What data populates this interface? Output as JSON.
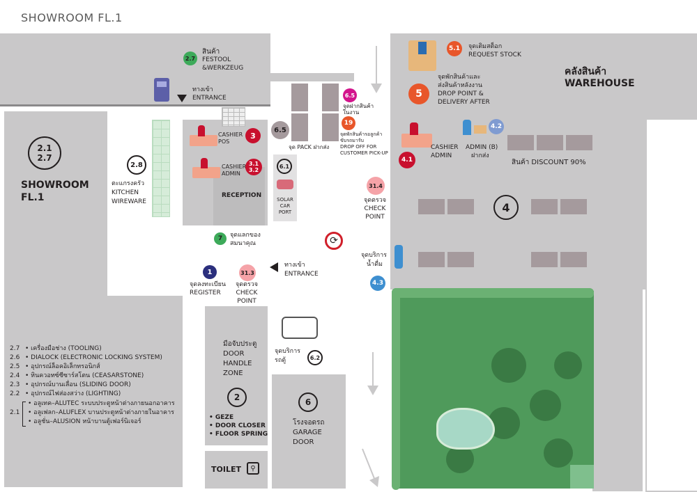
{
  "page_title": "SHOWROOM FL.1",
  "showroom": {
    "codes": "2.1\n2.7",
    "name_line1": "SHOWROOM",
    "name_line2": "FL.1"
  },
  "zones": {
    "festool": {
      "badge": "2.7",
      "th": "สินค้า",
      "en1": "FESTOOL",
      "en2": "&WERKZEUG"
    },
    "entrance_top": {
      "th": "ทางเข้า",
      "en": "ENTRANCE"
    },
    "kitchen": {
      "badge": "2.8",
      "th": "ตะแกรงครัว",
      "en1": "KITCHEN",
      "en2": "WIREWARE"
    },
    "cashier_pos": {
      "badge": "3",
      "en1": "CASHIER",
      "en2": "POS"
    },
    "cashier_admin": {
      "badge": "3.1\n3.2",
      "en1": "CASHIER",
      "en2": "ADMIN"
    },
    "reception": {
      "en": "RECEPTION"
    },
    "pack": {
      "badge": "6.5",
      "label": "จุด PACK ฝากส่ง"
    },
    "solar": {
      "badge": "6.1",
      "en1": "SOLAR",
      "en2": "CAR",
      "en3": "PORT"
    },
    "dropoff_work": {
      "badge": "6.5",
      "th1": "จุดฝากสินค้า",
      "th2": "ในงาน"
    },
    "dropoff_pickup": {
      "badge": "19",
      "th1": "จุดพักสินค้ารอลูกค้า",
      "th2": "ขับรถมารับ",
      "en1": "DROP OFF FOR",
      "en2": "CUSTOMER PICK-UP"
    },
    "exchange": {
      "badge": "7",
      "th1": "จุดแลกของ",
      "th2": "สมนาคุณ"
    },
    "register": {
      "badge": "1",
      "th": "จุดลงทะเบียน",
      "en": "REGISTER"
    },
    "checkpoint_left": {
      "badge": "31.3",
      "th": "จุดตรวจ",
      "en1": "CHECK",
      "en2": "POINT"
    },
    "entrance_mid": {
      "th": "ทางเข้า",
      "en": "ENTRANCE"
    },
    "checkpoint_right": {
      "badge": "31.4",
      "th": "จุดตรวจ",
      "en1": "CHECK",
      "en2": "POINT"
    },
    "water": {
      "badge": "4.3",
      "th1": "จุดบริการ",
      "th2": "น้ำดื่ม"
    },
    "van": {
      "badge": "6.2",
      "th1": "จุดบริการ",
      "th2": "รถตู้"
    },
    "door_handle": {
      "badge": "2",
      "th": "มือจับประตู",
      "en1": "DOOR",
      "en2": "HANDLE",
      "en3": "ZONE"
    },
    "door_items": [
      "• GEZE",
      "• DOOR CLOSER",
      "• FLOOR SPRING"
    ],
    "garage": {
      "badge": "6",
      "th": "โรงจอดรถ",
      "en1": "GARAGE",
      "en2": "DOOR"
    },
    "toilet": {
      "en": "TOILET"
    },
    "request_stock": {
      "badge": "5.1",
      "th": "จุดเติมสต็อก",
      "en": "REQUEST STOCK"
    },
    "drop_point": {
      "badge": "5",
      "th1": "จุดพักสินค้าและ",
      "th2": "ส่งสินค้าหลังงาน",
      "en1": "DROP POINT &",
      "en2": "DELIVERY AFTER"
    },
    "warehouse": {
      "th": "คลังสินค้า",
      "en": "WAREHOUSE"
    },
    "cashier_admin_wh": {
      "badge": "4.1",
      "en1": "CASHIER",
      "en2": "ADMIN"
    },
    "admin_b": {
      "badge": "4.2",
      "en": "ADMIN (B)",
      "th": "ฝากส่ง"
    },
    "discount": {
      "th": "สินค้า DISCOUNT 90%"
    },
    "zone4": {
      "badge": "4"
    }
  },
  "legend": [
    {
      "code": "2.7",
      "text": "• เครื่องมือช่าง (TOOLING)"
    },
    {
      "code": "2.6",
      "text": "• DIALOCK (ELECTRONIC LOCKING SYSTEM)"
    },
    {
      "code": "2.5",
      "text": "• อุปกรณ์ล็อคอิเล็กทรอนิกส์"
    },
    {
      "code": "2.4",
      "text": "• หินควอทซ์ซีซาร์สโตน (CEASARSTONE)"
    },
    {
      "code": "2.3",
      "text": "• อุปกรณ์บานเลื่อน (SLIDING DOOR)"
    },
    {
      "code": "2.2",
      "text": "• อุปกรณ์ไฟส่องสว่าง (LIGHTING)"
    }
  ],
  "legend_group": {
    "code": "2.1",
    "items": [
      "• อลูเทค–ALUTEC ระบบประตูหน้าต่างภายนอกอาคาร",
      "• อลูเฟลก–ALUFLEX บานประตูหน้าต่างภายในอาคาร",
      "• อลูชั่น–ALUSION หน้าบานตู้เฟอร์นิเจอร์"
    ]
  },
  "colors": {
    "wall": "#c9c8c9",
    "parking": "#a59a9d",
    "garden": "#4f9a5b",
    "red": "#c8102e",
    "orange": "#e8562a",
    "green": "#3daa5a",
    "navy": "#2b2f7d",
    "pink": "#f5a3a8",
    "blue": "#3e8fd0",
    "magenta": "#d3148c"
  }
}
